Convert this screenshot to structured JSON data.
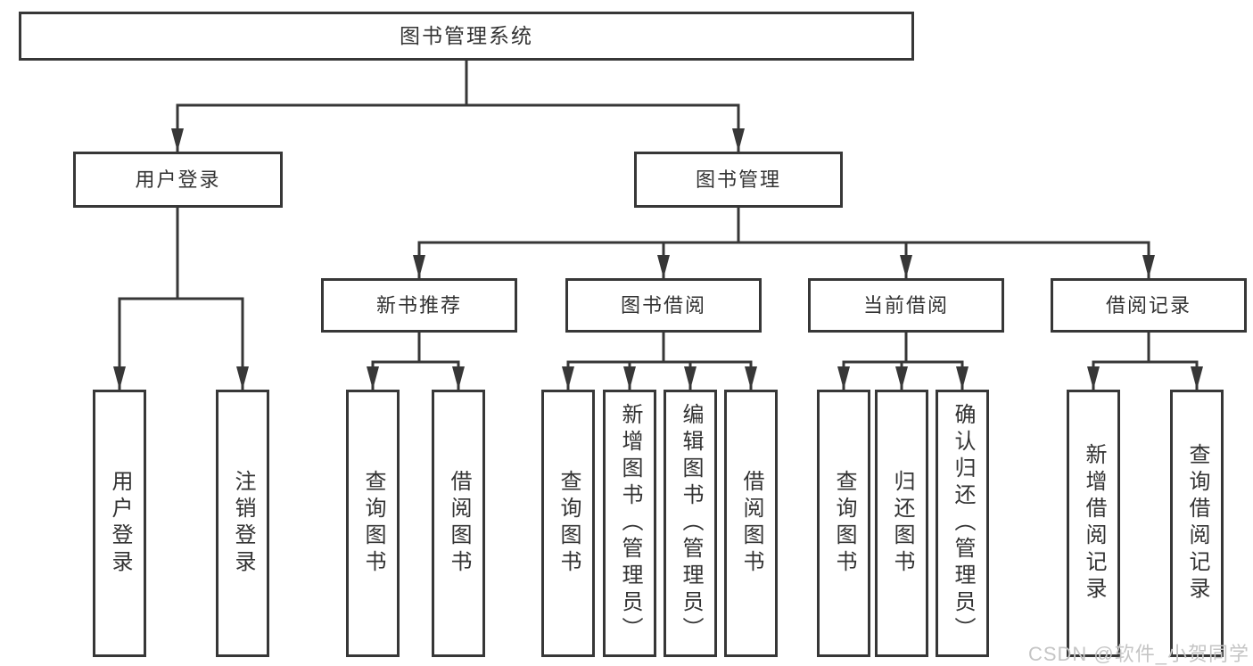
{
  "diagram": {
    "root": {
      "label": "图书管理系统"
    },
    "level2": [
      {
        "label": "用户登录"
      },
      {
        "label": "图书管理"
      }
    ],
    "level3": [
      {
        "label": "新书推荐"
      },
      {
        "label": "图书借阅"
      },
      {
        "label": "当前借阅"
      },
      {
        "label": "借阅记录"
      }
    ],
    "leaves": [
      {
        "label": "用户登录"
      },
      {
        "label": "注销登录"
      },
      {
        "label": "查询图书"
      },
      {
        "label": "借阅图书"
      },
      {
        "label": "查询图书"
      },
      {
        "label": "新增图书（管理员）"
      },
      {
        "label": "编辑图书（管理员）"
      },
      {
        "label": "借阅图书"
      },
      {
        "label": "查询图书"
      },
      {
        "label": "归还图书"
      },
      {
        "label": "确认归还（管理员）"
      },
      {
        "label": "新增借阅记录"
      },
      {
        "label": "查询借阅记录"
      }
    ],
    "colors": {
      "line": "#373737",
      "box_border": "#373737",
      "text": "#333333",
      "background": "#ffffff",
      "watermark": "#c5c5c5"
    },
    "watermark_text": "CSDN @软件_小贺同学"
  }
}
